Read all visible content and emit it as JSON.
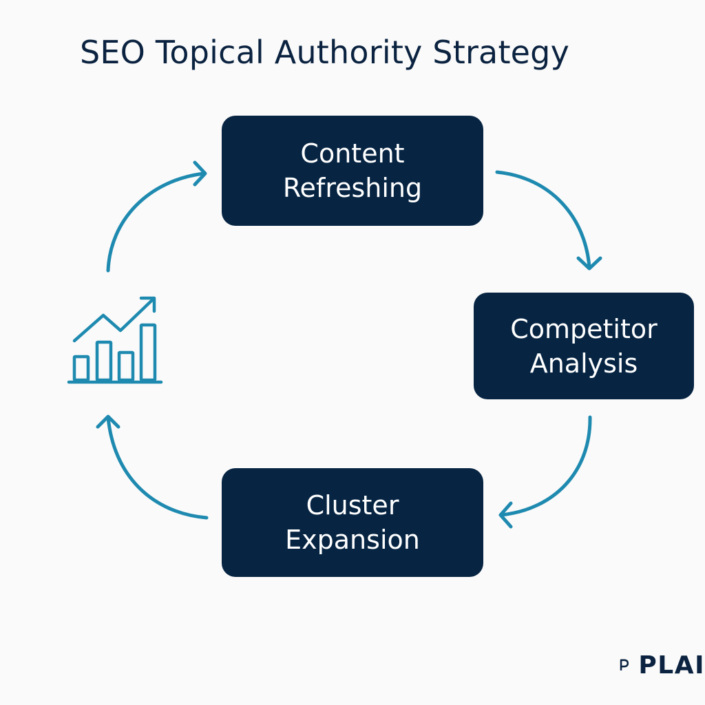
{
  "title": "SEO Topical Authority Strategy",
  "steps": {
    "content_refreshing": {
      "line1": "Content",
      "line2": "Refreshing"
    },
    "competitor_analysis": {
      "line1": "Competitor",
      "line2": "Analysis"
    },
    "cluster_expansion": {
      "line1": "Cluster",
      "line2": "Expansion"
    }
  },
  "icons": {
    "growth": "bar-chart-trend-up-icon",
    "brand": "brand-logo-icon"
  },
  "brand": {
    "text": "PLAI"
  },
  "colors": {
    "background": "#fafafa",
    "box_fill": "#072543",
    "box_text": "#ffffff",
    "arrow": "#1f8ab0",
    "title": "#0b2340"
  }
}
